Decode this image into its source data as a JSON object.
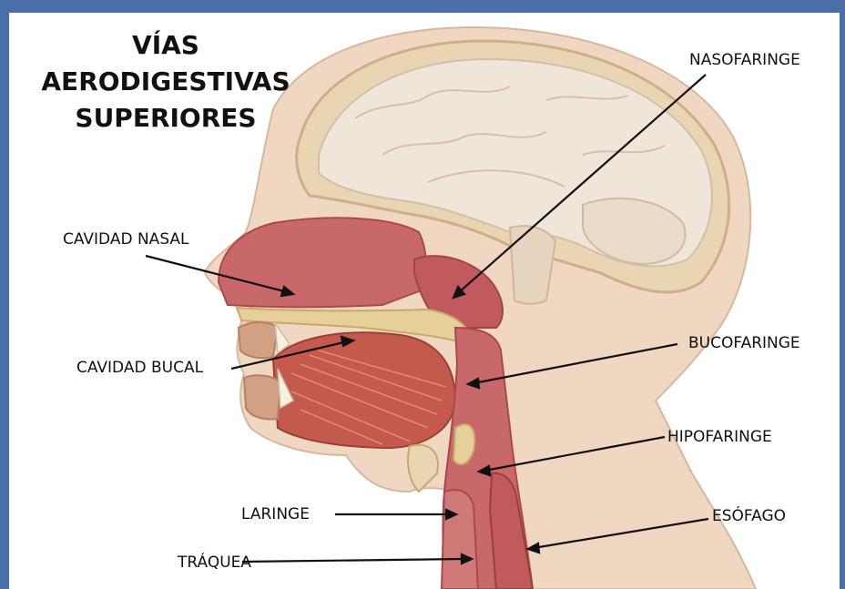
{
  "title": {
    "line1": "VÍAS",
    "line2": "AERODIGESTIVAS",
    "line3": "SUPERIORES"
  },
  "labels": {
    "nasofaringe": "NASOFARINGE",
    "cavidad_nasal": "CAVIDAD NASAL",
    "cavidad_bucal": "CAVIDAD BUCAL",
    "bucofaringe": "BUCOFARINGE",
    "hipofaringe": "HIPOFARINGE",
    "laringe": "LARINGE",
    "esofago": "ESÓFAGO",
    "traquea": "TRÁQUEA"
  },
  "colors": {
    "frame": "#4a6ea8",
    "skin": "#f0d7c2",
    "brain": "#eee2d3",
    "airway": "#c9686a",
    "muscle": "#c45a4e",
    "bone": "#e6cf98"
  }
}
